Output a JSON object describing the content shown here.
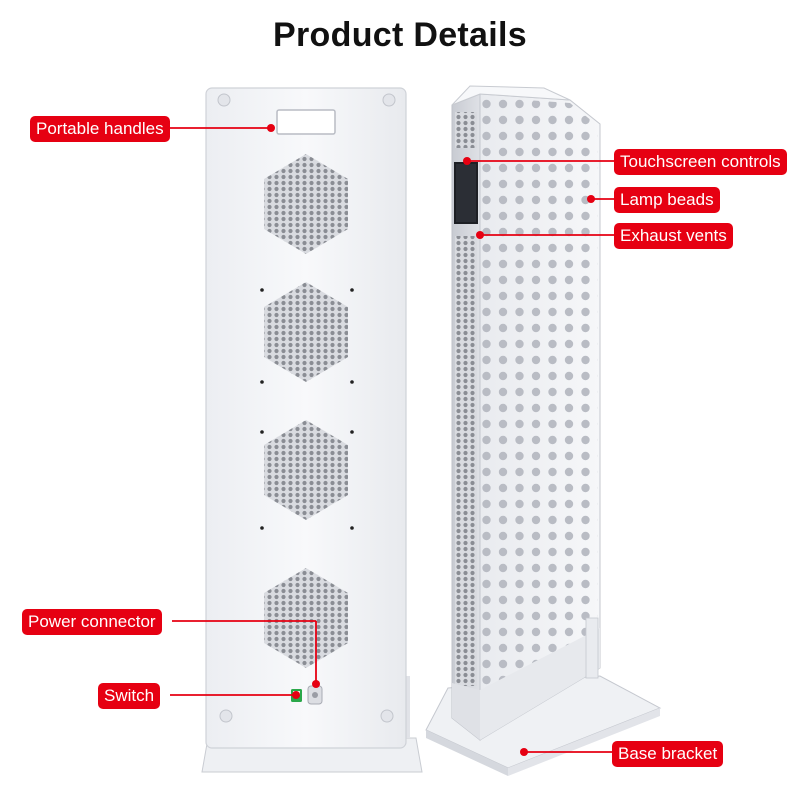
{
  "header": {
    "title": "Product Details"
  },
  "callouts": {
    "portable_handles": "Portable handles",
    "power_connector": "Power connector",
    "switch": "Switch",
    "touchscreen_controls": "Touchscreen controls",
    "lamp_beads": "Lamp beads",
    "exhaust_vents": "Exhaust vents",
    "base_bracket": "Base bracket"
  },
  "colors": {
    "callout": "#e60012",
    "leader_line": "#e60012",
    "panel": "#f4f5f8"
  }
}
